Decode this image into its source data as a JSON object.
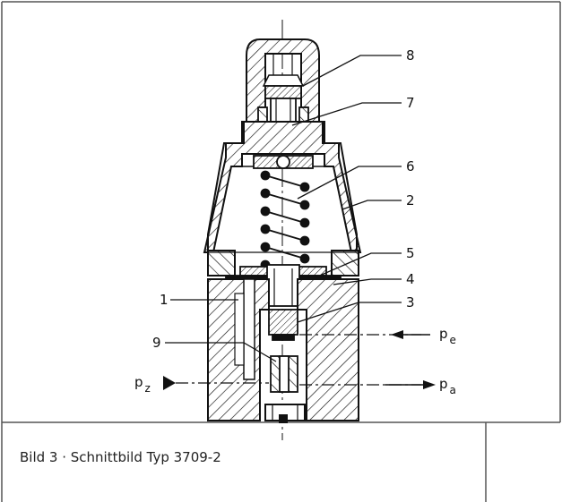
{
  "caption": "Bild 3 · Schnittbild Typ 3709-2",
  "callouts": [
    "8",
    "7",
    "6",
    "2",
    "5",
    "4",
    "1",
    "3",
    "9"
  ],
  "ports": {
    "pe": {
      "main": "p",
      "sub": "e"
    },
    "pa": {
      "main": "p",
      "sub": "a"
    },
    "pz": {
      "main": "p",
      "sub": "z"
    }
  },
  "colors": {
    "line": "#111111",
    "frame": "#555555"
  }
}
